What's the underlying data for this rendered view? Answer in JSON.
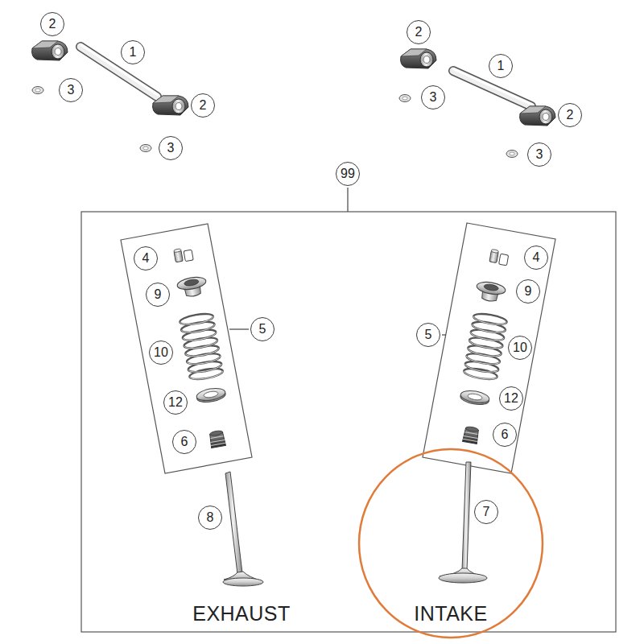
{
  "diagram": {
    "labels": [
      "2",
      "1",
      "3",
      "2",
      "3",
      "2",
      "1",
      "3",
      "2",
      "3",
      "99",
      "4",
      "9",
      "10",
      "5",
      "12",
      "6",
      "8",
      "4",
      "9",
      "5",
      "10",
      "12",
      "6",
      "7",
      "EXHAUST",
      "INTAKE"
    ]
  }
}
